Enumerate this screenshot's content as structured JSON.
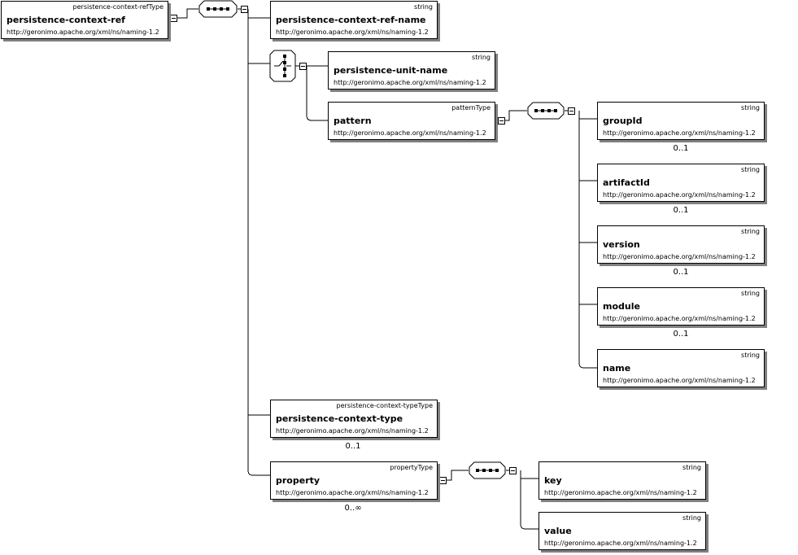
{
  "root": {
    "type": "persistence-context-refType",
    "name": "persistence-context-ref",
    "ns": "http://geronimo.apache.org/xml/ns/naming-1.2"
  },
  "elements": {
    "ref_name": {
      "type": "string",
      "name": "persistence-context-ref-name",
      "ns": "http://geronimo.apache.org/xml/ns/naming-1.2"
    },
    "unit_name": {
      "type": "string",
      "name": "persistence-unit-name",
      "ns": "http://geronimo.apache.org/xml/ns/naming-1.2"
    },
    "pattern": {
      "type": "patternType",
      "name": "pattern",
      "ns": "http://geronimo.apache.org/xml/ns/naming-1.2"
    },
    "groupId": {
      "type": "string",
      "name": "groupId",
      "ns": "http://geronimo.apache.org/xml/ns/naming-1.2",
      "card": "0..1"
    },
    "artifactId": {
      "type": "string",
      "name": "artifactId",
      "ns": "http://geronimo.apache.org/xml/ns/naming-1.2",
      "card": "0..1"
    },
    "version": {
      "type": "string",
      "name": "version",
      "ns": "http://geronimo.apache.org/xml/ns/naming-1.2",
      "card": "0..1"
    },
    "module": {
      "type": "string",
      "name": "module",
      "ns": "http://geronimo.apache.org/xml/ns/naming-1.2",
      "card": "0..1"
    },
    "name": {
      "type": "string",
      "name": "name",
      "ns": "http://geronimo.apache.org/xml/ns/naming-1.2"
    },
    "ctx_type": {
      "type": "persistence-context-typeType",
      "name": "persistence-context-type",
      "ns": "http://geronimo.apache.org/xml/ns/naming-1.2",
      "card": "0..1"
    },
    "property": {
      "type": "propertyType",
      "name": "property",
      "ns": "http://geronimo.apache.org/xml/ns/naming-1.2",
      "card": "0..∞"
    },
    "key": {
      "type": "string",
      "name": "key",
      "ns": "http://geronimo.apache.org/xml/ns/naming-1.2"
    },
    "value": {
      "type": "string",
      "name": "value",
      "ns": "http://geronimo.apache.org/xml/ns/naming-1.2"
    }
  },
  "compositors": {
    "root_sequence": "sequence",
    "ref_choice": "choice",
    "pattern_sequence": "sequence",
    "property_sequence": "sequence"
  }
}
